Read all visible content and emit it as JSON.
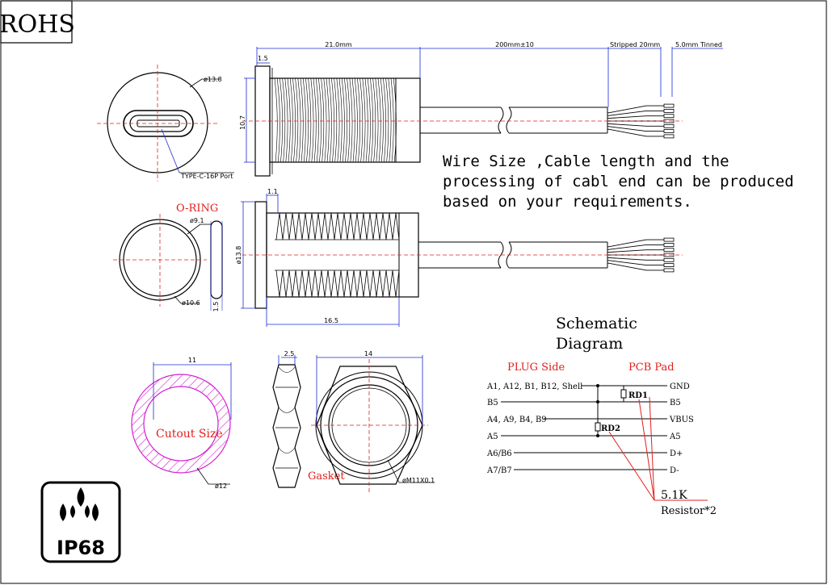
{
  "rohs": "ROHS",
  "note": {
    "line1": "Wire Size ,Cable length and the",
    "line2": "processing of cabl end can be produced",
    "line3": "based on your requirements."
  },
  "dims": {
    "total_len": "21.0mm",
    "cable_len": "200mm±10",
    "stripped": "Stripped 20mm",
    "tinned_len": "5.0mm",
    "tinned": "Tinned",
    "flange": "1.5",
    "height": "10.7",
    "dia_face": "ø13.8",
    "port": "TYPE-C-16P Port",
    "oring_label": "O-RING",
    "oring_od": "ø9.1",
    "oring_id": "ø10.6",
    "oring_thk": "1.5",
    "flange2": "1.1",
    "dia_body": "ø13.8",
    "thread_len": "16.5",
    "cutout_w": "11",
    "cutout_label": "Cutout Size",
    "cutout_d": "ø12",
    "gasket_t": "2.5",
    "gasket_label": "Gasket",
    "nut_w": "14",
    "nut_thread": "øM11X0.1"
  },
  "schematic": {
    "title1": "Schematic",
    "title2": "Diagram",
    "plug_side": "PLUG Side",
    "pcb_pad": "PCB Pad",
    "left": [
      "A1, A12, B1, B12, Shell",
      "B5",
      "A4, A9, B4, B9",
      "A5",
      "A6/B6",
      "A7/B7"
    ],
    "right": [
      "GND",
      "B5",
      "VBUS",
      "A5",
      "D+",
      "D-"
    ],
    "rd1": "RD1",
    "rd2": "RD2",
    "resistor_value": "5.1K",
    "resistor_note": "Resistor*2"
  },
  "badge": {
    "rating": "IP68",
    "icon": "water-drops-icon"
  },
  "colors": {
    "centerline": "#e0201e",
    "dimension": "#1c2ad6",
    "hatch": "#d21fd2",
    "line": "#000000"
  }
}
